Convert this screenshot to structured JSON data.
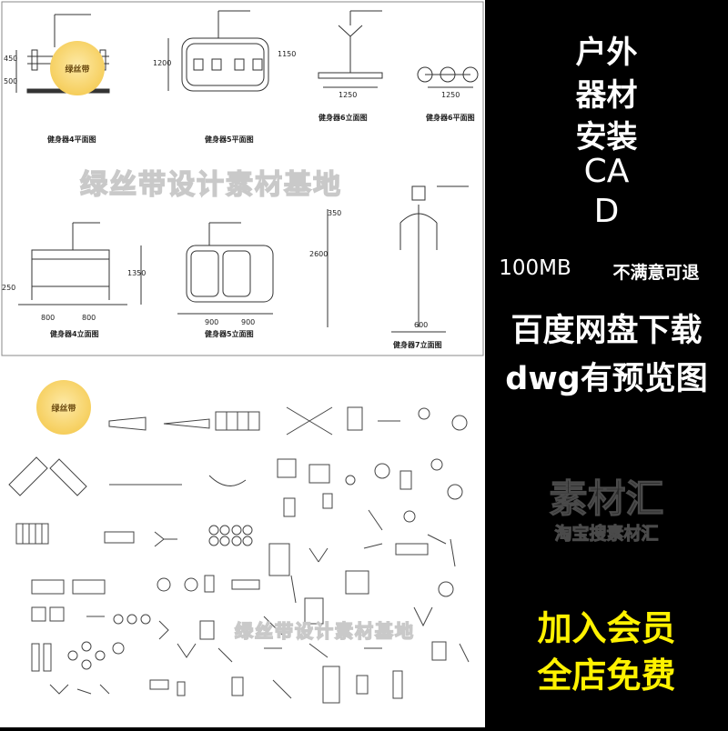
{
  "cad_top": {
    "labels": {
      "fitness4_plan": "健身器4平面图",
      "fitness5_plan": "健身器5平面图",
      "fitness6_elev": "健身器6立面图",
      "fitness6_plan": "健身器6平面图",
      "fitness4_elev": "健身器4立面图",
      "fitness5_elev": "健身器5立面图",
      "fitness7_elev": "健身器7立面图"
    },
    "dims": {
      "d450": "450",
      "d500": "500",
      "d1200": "1200",
      "d1150": "1150",
      "d1250a": "1250",
      "d1250b": "1250",
      "d1350": "1350",
      "d2600": "2600",
      "d350": "350",
      "d800a": "800",
      "d800b": "800",
      "d900a": "900",
      "d900b": "900",
      "d600": "600",
      "d250": "250"
    }
  },
  "watermark": "绿丝带设计素材基地",
  "logo_text": "绿丝带",
  "side": {
    "title_lines": [
      "户外",
      "器材",
      "安装",
      "CA",
      "D"
    ],
    "size": "100MB",
    "refund": "不满意可退",
    "download": "百度网盘下载",
    "preview": "dwg有预览图",
    "brand": "素材汇",
    "brand_sub": "淘宝搜素材汇",
    "promo1": "加入会员",
    "promo2": "全店免费"
  }
}
